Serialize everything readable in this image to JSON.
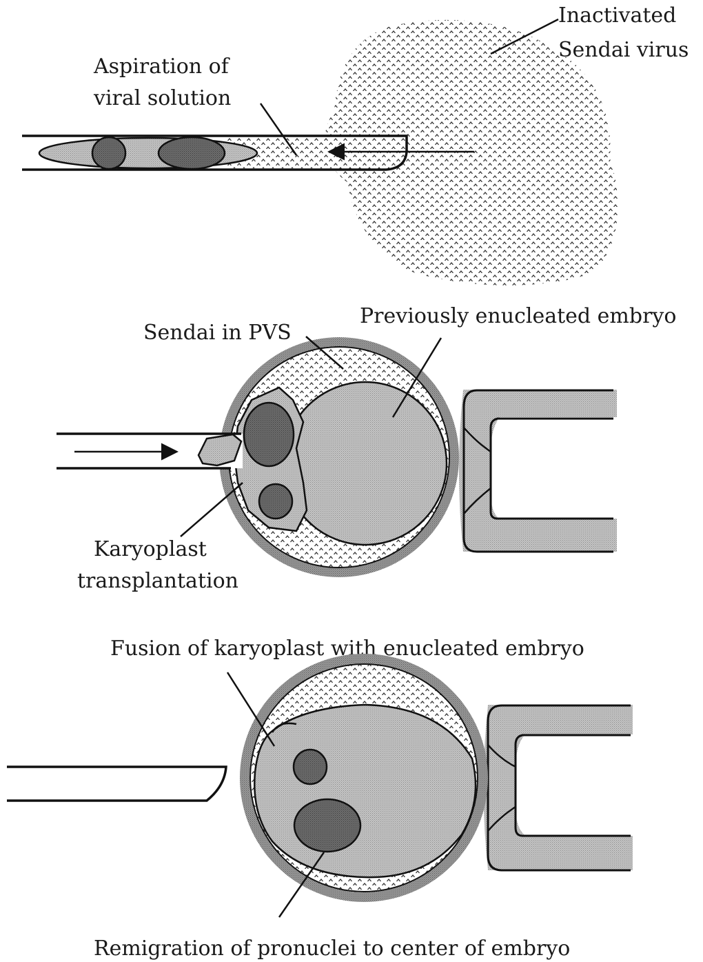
{
  "labels": {
    "virus": [
      "Inactivated",
      "Sendai virus"
    ],
    "aspiration": [
      "Aspiration of",
      "viral solution"
    ],
    "sendai_pvs": "Sendai in PVS",
    "previously_enucleated": "Previously enucleated embryo",
    "karyoplast": [
      "Karyoplast",
      "transplantation"
    ],
    "fusion": "Fusion of karyoplast with enucleated embryo",
    "remigration": "Remigration of pronuclei to center of embryo"
  }
}
